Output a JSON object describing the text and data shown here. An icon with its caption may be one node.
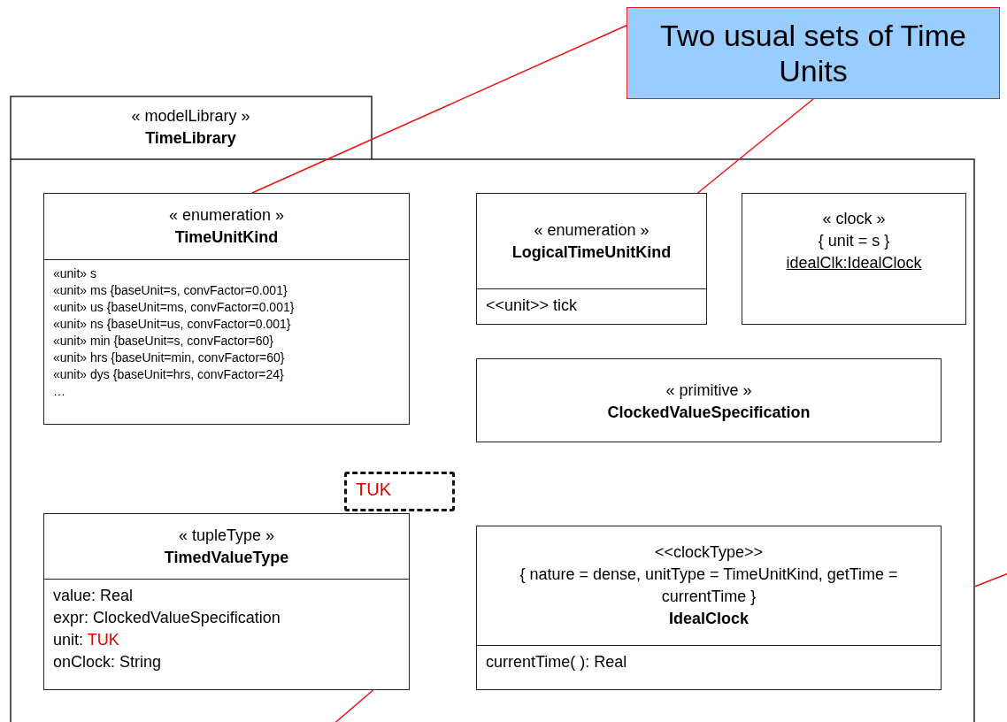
{
  "diagram": {
    "nodes": [
      {
        "text": [
          "« modelLibrary »",
          "TimeLibrary"
        ]
      },
      {
        "text": [
          "Two usual sets of Time Units"
        ]
      },
      {
        "text": [
          "« enumeration »",
          "TimeUnitKind",
          "«unit» s",
          "«unit» ms {baseUnit=s, convFactor=0.001}",
          "«unit» us {baseUnit=ms, convFactor=0.001}",
          "«unit» ns {baseUnit=us, convFactor=0.001}",
          "«unit» min {baseUnit=s, convFactor=60}",
          "«unit» hrs {baseUnit=min, convFactor=60}",
          "«unit» dys {baseUnit=hrs, convFactor=24}",
          "…"
        ],
        "in": 0
      },
      {
        "text": [
          "« enumeration »",
          "LogicalTimeUnitKind",
          "<<unit>> tick"
        ],
        "in": 0
      },
      {
        "text": [
          "« clock »",
          "{ unit = s }",
          "idealClk:IdealClock"
        ],
        "in": 0
      },
      {
        "text": [
          "« primitive »",
          "ClockedValueSpecification"
        ],
        "in": 0
      },
      {
        "text": [
          "« tupleType »",
          "TimedValueType",
          "value: Real",
          "expr: ClockedValueSpecification",
          "unit: TUK",
          "onClock: String"
        ],
        "in": 0
      },
      {
        "text": [
          "TUK"
        ],
        "in": 0
      },
      {
        "text": [
          "<<clockType>>",
          "{ nature = dense, unitType = TimeUnitKind, getTime = currentTime }",
          "IdealClock",
          "currentTime( ): Real"
        ],
        "in": 0
      }
    ],
    "edges": [
      {
        "from": 1,
        "to": 2,
        "arrow": "none"
      },
      {
        "from": 1,
        "to": 3,
        "arrow": "none"
      },
      {
        "from": null,
        "to": 6,
        "arrow": "none"
      },
      {
        "from": null,
        "to": 0,
        "arrow": "none"
      }
    ]
  }
}
